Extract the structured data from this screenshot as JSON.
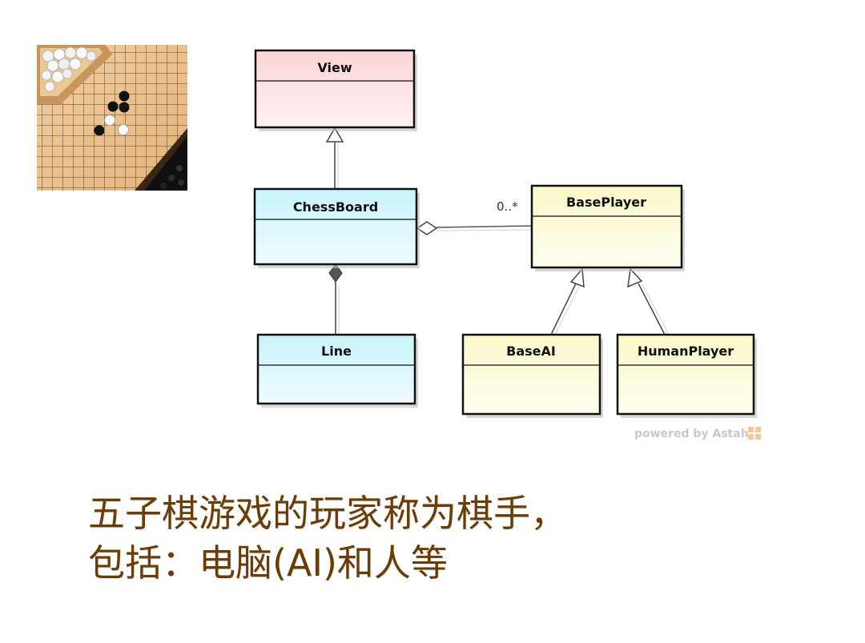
{
  "classes": {
    "view": "View",
    "chessboard": "ChessBoard",
    "line": "Line",
    "baseplayer": "BasePlayer",
    "baseai": "BaseAI",
    "humanplayer": "HumanPlayer"
  },
  "multiplicity": "0..*",
  "watermark": "powered by Astah",
  "caption": {
    "line1": "五子棋游戏的玩家称为棋手，",
    "line2": "包括：电脑(AI)和人等"
  },
  "colors": {
    "view_fill": "#fde1e3",
    "board_fill": "#d8f8fd",
    "player_fill": "#fdfbdb",
    "caption": "#6a3c06"
  }
}
